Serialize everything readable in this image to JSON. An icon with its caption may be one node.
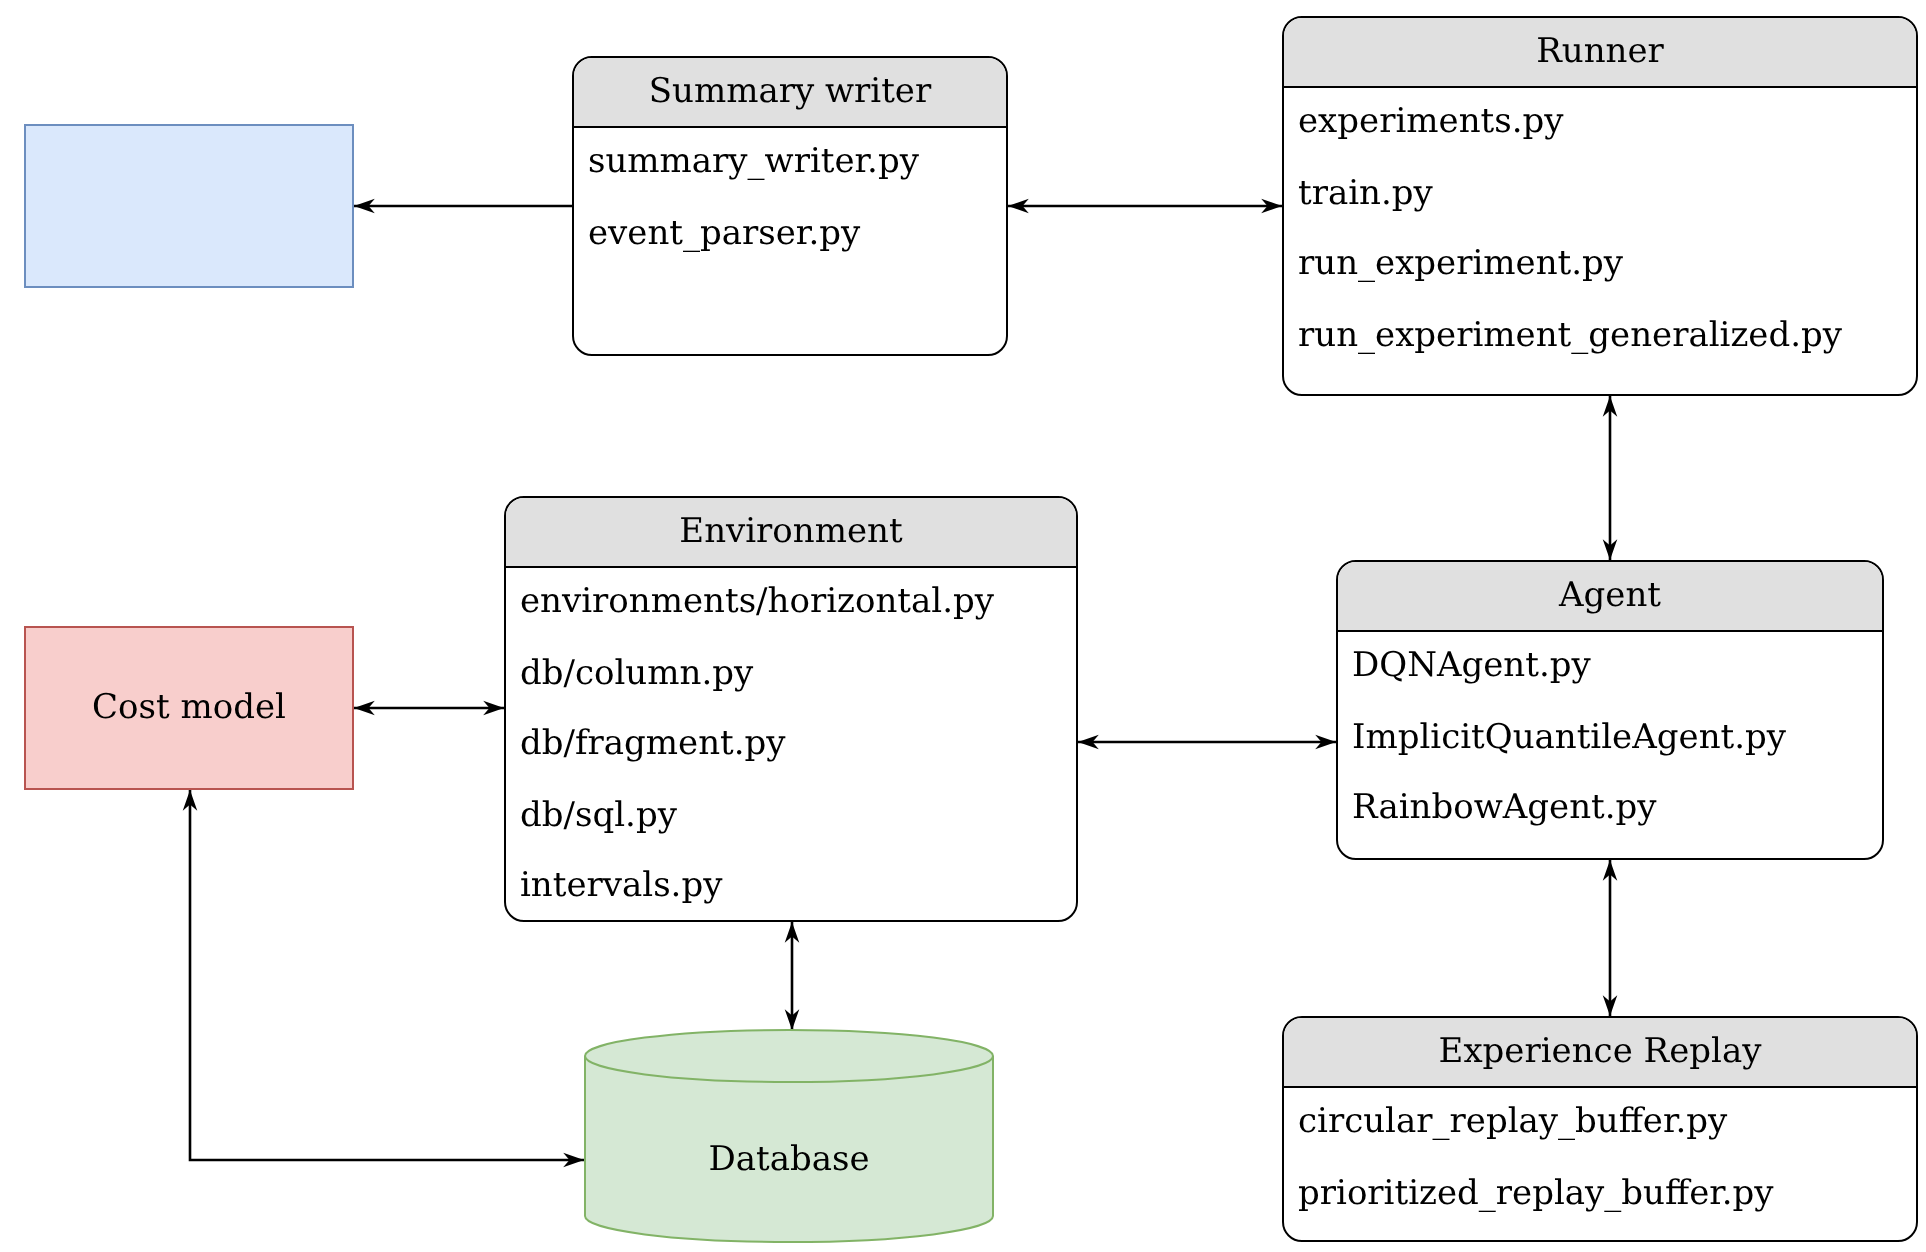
{
  "diagram": {
    "nodes": [
      {
        "text": [],
        "shape": "box"
      },
      {
        "text": [
          "Summary writer",
          "summary_writer.py",
          "event_parser.py"
        ]
      },
      {
        "text": [
          "Runner",
          "experiments.py",
          "train.py",
          "run_experiment.py",
          "run_experiment_generalized.py"
        ]
      },
      {
        "text": [
          "Environment",
          "environments/horizontal.py",
          "db/column.py",
          "db/fragment.py",
          "db/sql.py",
          "intervals.py"
        ]
      },
      {
        "text": [
          "Cost model"
        ]
      },
      {
        "text": [
          "Agent",
          "DQNAgent.py",
          "ImplicitQuantileAgent.py",
          "RainbowAgent.py"
        ]
      },
      {
        "text": [
          "Database"
        ]
      },
      {
        "text": [
          "Experience Replay",
          "circular_replay_buffer.py",
          "prioritized_replay_buffer.py"
        ]
      }
    ],
    "edges": [
      {
        "from": 1,
        "to": 0,
        "arrow": "to"
      },
      {
        "from": 1,
        "to": 2,
        "arrow": "both"
      },
      {
        "from": 2,
        "to": 5,
        "arrow": "both"
      },
      {
        "from": 4,
        "to": 3,
        "arrow": "both"
      },
      {
        "from": 3,
        "to": 5,
        "arrow": "both"
      },
      {
        "from": 3,
        "to": 6,
        "arrow": "both"
      },
      {
        "from": 6,
        "to": 4,
        "arrow": "both"
      },
      {
        "from": 5,
        "to": 7,
        "arrow": "both"
      }
    ]
  }
}
